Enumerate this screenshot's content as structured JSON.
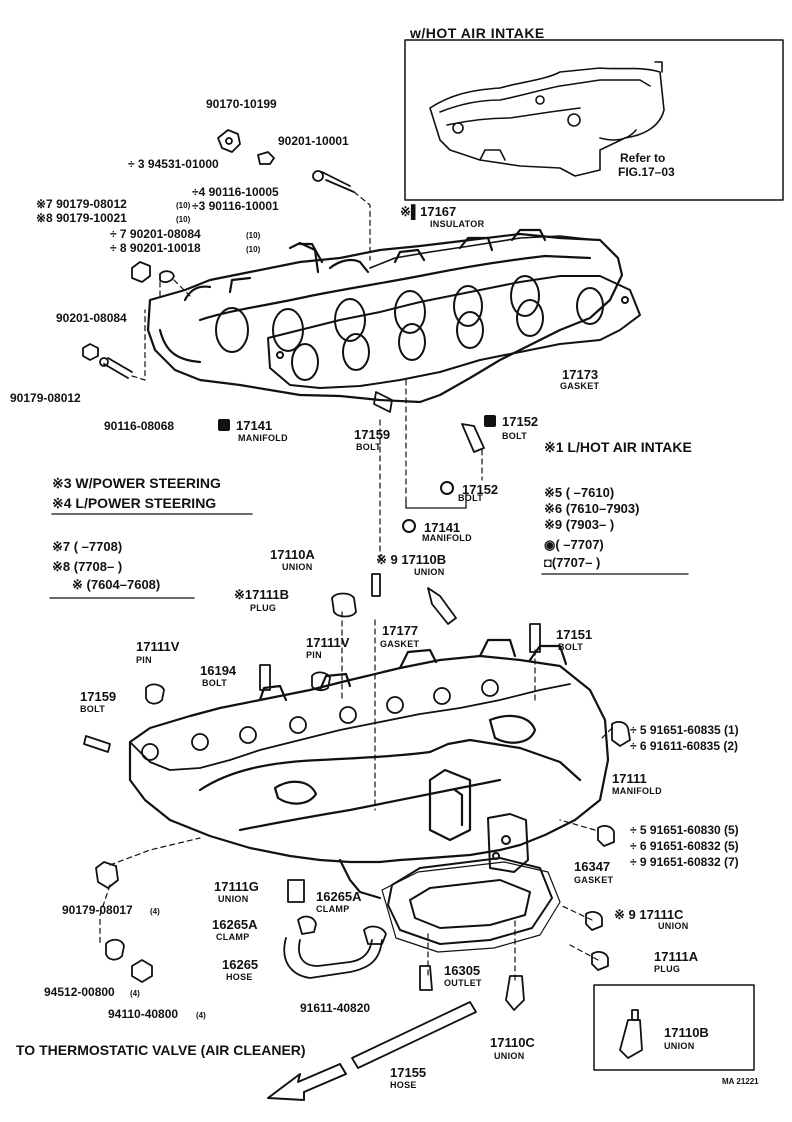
{
  "inset": {
    "title": "w/HOT AIR INTAKE",
    "refer_line1": "Refer to",
    "refer_line2": "FIG.17–03"
  },
  "labels": {
    "p90170_10199": "90170-10199",
    "p90201_10001": "90201-10001",
    "p94531": "÷ 3  94531-01000",
    "p90116_10005": "÷4  90116-10005",
    "p90116_10001": "÷3  90116-10001",
    "p90179_08012_10": "※7  90179-08012",
    "p90179_10021": "※8  90179-10021",
    "q10a": "(10)",
    "q10b": "(10)",
    "p90201_08084_10": "÷ 7  90201-08084",
    "p90201_10018": "÷ 8  90201-10018",
    "q10c": "(10)",
    "q10d": "(10)",
    "p17167": "※▌17167",
    "insulator": "INSULATOR",
    "p90201_08084": "90201-08084",
    "p90179_08012": "90179-08012",
    "p90116_08068": "90116-08068",
    "p17173": "17173",
    "gasket1": "GASKET",
    "p17141a": "17141",
    "manifold1": "MANIFOLD",
    "p17159a": "17159",
    "bolt1": "BOLT",
    "p17152a": "17152",
    "bolt2": "BOLT",
    "p17152b": "17152",
    "bolt3": "BOLT",
    "p17141b": "17141",
    "manifold2": "MANIFOLD",
    "p17110a": "17110A",
    "union1": "UNION",
    "p17110b": "※ 9  17110B",
    "union2": "UNION",
    "p17111b": "※17111B",
    "plug1": "PLUG",
    "p17111v_a": "17111V",
    "pin1": "PIN",
    "p17111v_b": "17111V",
    "pin2": "PIN",
    "p17177": "17177",
    "gasket2": "GASKET",
    "p17151": "17151",
    "bolt4": "BOLT",
    "p16194": "16194",
    "bolt5": "BOLT",
    "p17159b": "17159",
    "bolt6": "BOLT",
    "p91651_60835": "÷ 5  91651-60835 (1)",
    "p91611_60835": "÷ 6  91611-60835 (2)",
    "p17111": "17111",
    "manifold3": "MANIFOLD",
    "p91651_60830": "÷ 5  91651-60830 (5)",
    "p91651_60832a": "÷ 6  91651-60832 (5)",
    "p91651_60832b": "÷ 9  91651-60832 (7)",
    "p16347": "16347",
    "gasket3": "GASKET",
    "p90179_08017": "90179-08017",
    "q4a": "(4)",
    "p17111g": "17111G",
    "union3": "UNION",
    "p16265a_1": "16265A",
    "clamp1": "CLAMP",
    "p16265a_2": "16265A",
    "clamp2": "CLAMP",
    "p16265": "16265",
    "hose1": "HOSE",
    "p16305": "16305",
    "outlet": "OUTLET",
    "p17111c": "※ 9  17111C",
    "union4": "UNION",
    "p17111a": "17111A",
    "plug2": "PLUG",
    "p94512": "94512-00800",
    "q4b": "(4)",
    "p94110": "94110-40800",
    "q4c": "(4)",
    "p91611_40820": "91611-40820",
    "p17110c": "17110C",
    "union5": "UNION",
    "p17110b_box": "17110B",
    "union6": "UNION",
    "thermo": "TO THERMOSTATIC VALVE (AIR CLEANER)",
    "p17155": "17155",
    "hose2": "HOSE",
    "code": "MA 21221"
  },
  "legend_left": {
    "l3": "※3  W/POWER STEERING",
    "l4": "※4  L/POWER STEERING"
  },
  "legend_left2": {
    "l7": "※7  (        –7708)",
    "l8": "※8  (7708–        )",
    "l9": "※ (7604–7608)"
  },
  "legend_right": {
    "l1": "※1  L/HOT AIR INTAKE",
    "l5": "※5  (        –7610)",
    "l6": "※6  (7610–7903)",
    "l9": "※9  (7903–        )",
    "lc": "◉(        –7707)",
    "lq": "◘(7707–        )"
  }
}
